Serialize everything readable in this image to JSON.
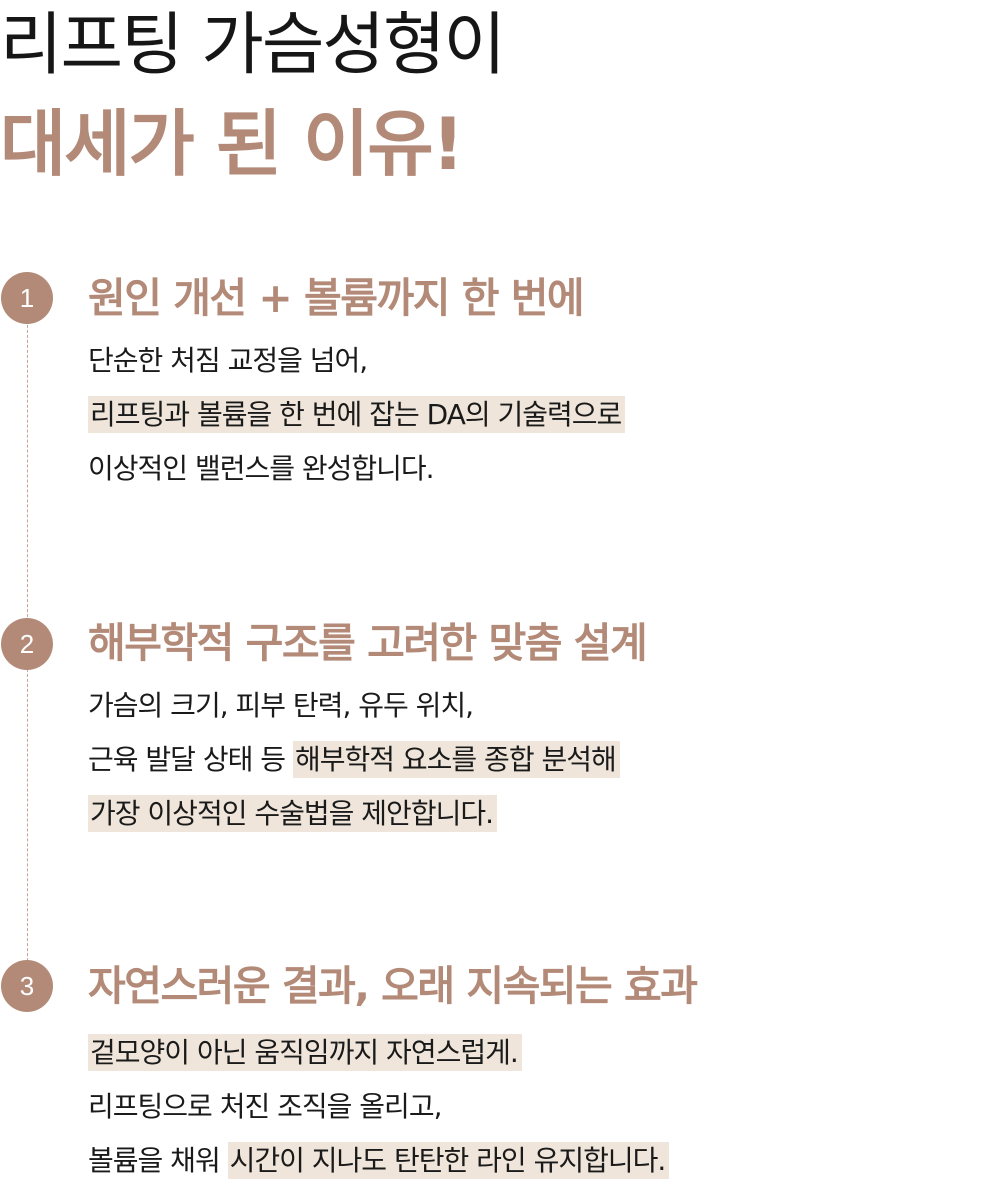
{
  "heading": {
    "line1": "리프팅 가슴성형이",
    "line2": "대세가 된 이유!"
  },
  "steps": [
    {
      "number": "1",
      "title": "원인 개선 + 볼륨까지 한 번에",
      "lines": [
        {
          "plain": "단순한 처짐 교정을 넘어,",
          "highlight": ""
        },
        {
          "plain": "",
          "highlight": "리프팅과 볼륨을 한 번에 잡는 DA의 기술력으로"
        },
        {
          "plain": "이상적인 밸런스를 완성합니다.",
          "highlight": ""
        }
      ]
    },
    {
      "number": "2",
      "title": "해부학적 구조를 고려한 맞춤 설계",
      "lines": [
        {
          "plain": "가슴의 크기, 피부 탄력, 유두 위치,",
          "highlight": ""
        },
        {
          "plain": "근육 발달 상태 등 ",
          "highlight": "해부학적 요소를 종합 분석해"
        },
        {
          "plain": "",
          "highlight": "가장 이상적인 수술법을 제안합니다."
        }
      ]
    },
    {
      "number": "3",
      "title": "자연스러운 결과, 오래 지속되는 효과",
      "lines": [
        {
          "plain": "",
          "highlight": "겉모양이 아닌 움직임까지 자연스럽게."
        },
        {
          "plain": "리프팅으로 처진 조직을 올리고,",
          "highlight": ""
        },
        {
          "plain": "볼륨을 채워 ",
          "highlight": "시간이 지나도 탄탄한 라인 유지합니다."
        }
      ]
    }
  ],
  "colors": {
    "accent": "#b38a78",
    "highlight_bg": "#efe5da",
    "text": "#1a1a1a"
  }
}
